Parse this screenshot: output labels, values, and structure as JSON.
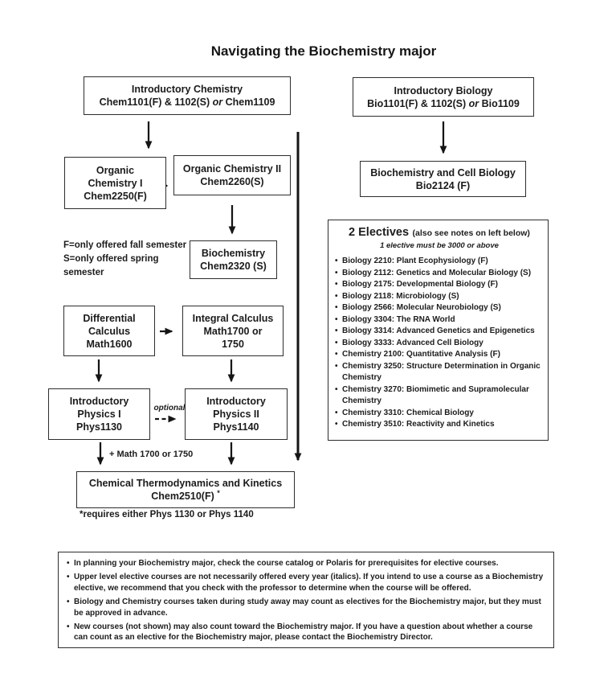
{
  "title": "Navigating the Biochemistry major",
  "bullet_char": "•",
  "colors": {
    "ink": "#1c1c1c",
    "border": "#2d2d2d",
    "background": "#ffffff"
  },
  "flow": {
    "intro_chem": {
      "l1": "Introductory Chemistry",
      "l2a": "Chem1101(F) & 1102(S) ",
      "l2b": "or",
      "l2c": " Chem1109"
    },
    "org_chem1": {
      "l1": "Organic",
      "l2": "Chemistry I",
      "l3": "Chem2250(F)"
    },
    "org_chem2": {
      "l1": "Organic Chemistry II",
      "l2": "Chem2260(S)"
    },
    "biochem": {
      "l1": "Biochemistry",
      "l2": "Chem2320 (S)"
    },
    "diff_calc": {
      "l1": "Differential",
      "l2": "Calculus",
      "l3": "Math1600"
    },
    "int_calc": {
      "l1": "Integral Calculus",
      "l2": "Math1700 or",
      "l3": "1750"
    },
    "phys1": {
      "l1": "Introductory",
      "l2": "Physics I",
      "l3": "Phys1130"
    },
    "phys2": {
      "l1": "Introductory",
      "l2": "Physics II",
      "l3": "Phys1140"
    },
    "thermo": {
      "l1": "Chemical Thermodynamics and Kinetics",
      "l2": "Chem2510(F)",
      "sup": "*"
    },
    "intro_bio": {
      "l1": "Introductory Biology",
      "l2a": "Bio1101(F) & 1102(S) ",
      "l2b": "or",
      "l2c": " Bio1109"
    },
    "biochem_cell": {
      "l1": "Biochemistry and Cell Biology",
      "l2": "Bio2124 (F)"
    }
  },
  "labels": {
    "semester_note_1": "F=only offered fall semester",
    "semester_note_2": "S=only offered spring",
    "semester_note_3": "semester",
    "optional": "optional",
    "plus_math": "+ Math 1700 or 1750",
    "thermo_footnote": "*requires either Phys 1130 or Phys 1140"
  },
  "electives": {
    "heading": "2 Electives",
    "heading_note": "(also see notes on left below)",
    "subheading": "1 elective must be 3000 or above",
    "items": [
      "Biology 2210: Plant Ecophysiology (F)",
      "Biology 2112: Genetics and Molecular Biology (S)",
      "Biology 2175: Developmental Biology (F)",
      "Biology 2118: Microbiology (S)",
      "Biology 2566: Molecular Neurobiology (S)",
      "Biology 3304: The RNA World",
      "Biology 3314: Advanced Genetics and Epigenetics",
      "Biology 3333: Advanced Cell Biology",
      "Chemistry 2100: Quantitative Analysis (F)",
      "Chemistry 3250: Structure Determination in Organic Chemistry",
      "Chemistry 3270: Biomimetic and Supramolecular Chemistry",
      "Chemistry 3310: Chemical Biology",
      "Chemistry 3510: Reactivity and Kinetics"
    ]
  },
  "notes": {
    "items": [
      "In planning your Biochemistry major, check the course catalog or Polaris for prerequisites for elective courses.",
      "Upper level elective courses are not necessarily offered every year (italics).  If you intend to use a course as a Biochemistry elective, we recommend that you check with the professor to determine when the course will be offered.",
      "Biology and Chemistry courses taken during study away may count as electives for the Biochemistry major, but they must be approved in advance.",
      "New courses (not shown) may also count toward the Biochemistry major.  If you have a question about whether a course can count as an elective for the Biochemistry major, please contact the Biochemistry Director."
    ]
  }
}
